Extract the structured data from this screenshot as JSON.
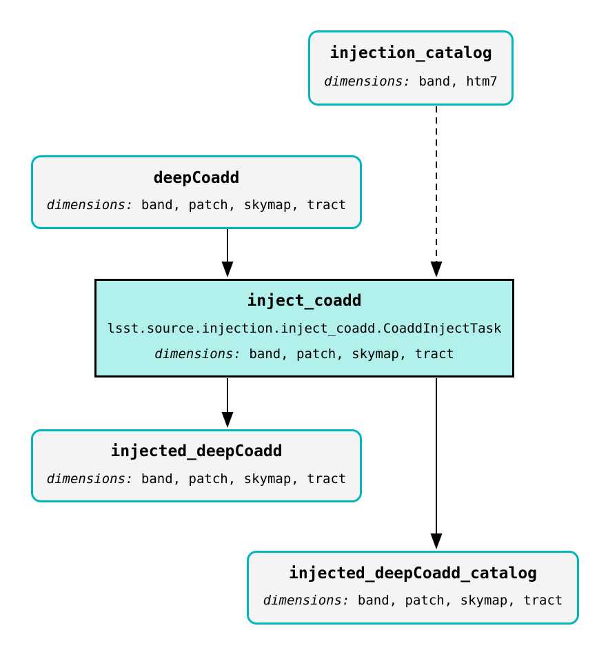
{
  "diagram": {
    "kind": "pipeline-task-graph",
    "colors": {
      "background": "#ffffff",
      "dataset_border": "#00b6be",
      "dataset_fill": "#f4f4f4",
      "task_border": "#000000",
      "task_fill": "#b2f0eb",
      "edge": "#000000",
      "text": "#000000"
    },
    "nodes": {
      "injection_catalog": {
        "title": "injection_catalog",
        "dims_label": "dimensions:",
        "dims_values": "band, htm7"
      },
      "deepCoadd": {
        "title": "deepCoadd",
        "dims_label": "dimensions:",
        "dims_values": "band, patch, skymap, tract"
      },
      "inject_coadd": {
        "title": "inject_coadd",
        "task_class": "lsst.source.injection.inject_coadd.CoaddInjectTask",
        "dims_label": "dimensions:",
        "dims_values": "band, patch, skymap, tract"
      },
      "injected_deepCoadd": {
        "title": "injected_deepCoadd",
        "dims_label": "dimensions:",
        "dims_values": "band, patch, skymap, tract"
      },
      "injected_deepCoadd_catalog": {
        "title": "injected_deepCoadd_catalog",
        "dims_label": "dimensions:",
        "dims_values": "band, patch, skymap, tract"
      }
    },
    "edges": [
      {
        "from": "injection_catalog",
        "to": "inject_coadd",
        "style": "dashed"
      },
      {
        "from": "deepCoadd",
        "to": "inject_coadd",
        "style": "solid"
      },
      {
        "from": "inject_coadd",
        "to": "injected_deepCoadd",
        "style": "solid"
      },
      {
        "from": "inject_coadd",
        "to": "injected_deepCoadd_catalog",
        "style": "solid"
      }
    ]
  }
}
